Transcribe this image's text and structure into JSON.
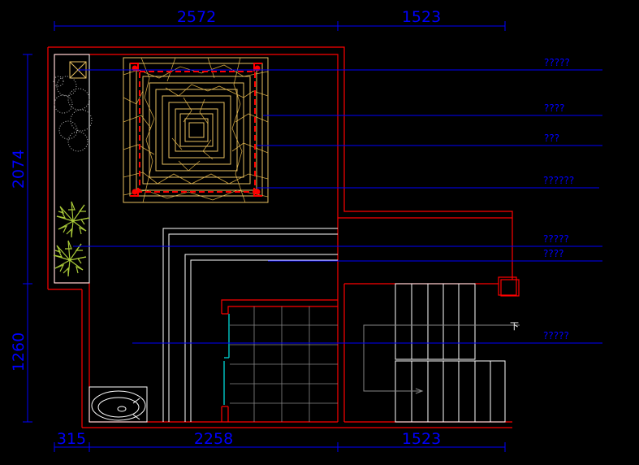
{
  "dimensions": {
    "top": [
      "2572",
      "1523"
    ],
    "bottom": [
      "315",
      "2258",
      "1523"
    ],
    "left": [
      "2074",
      "1260"
    ]
  },
  "labels": [
    "?????",
    "????",
    "???",
    "??????",
    "?????",
    "????",
    "?????"
  ],
  "stair_mark": "下",
  "colors": {
    "background": "#000000",
    "wall": "#ff0000",
    "dimension": "#0000ff",
    "ceiling": "#e8c060",
    "outline": "#ffffff",
    "plant": "#a8c838",
    "glass": "#00c8c8"
  }
}
